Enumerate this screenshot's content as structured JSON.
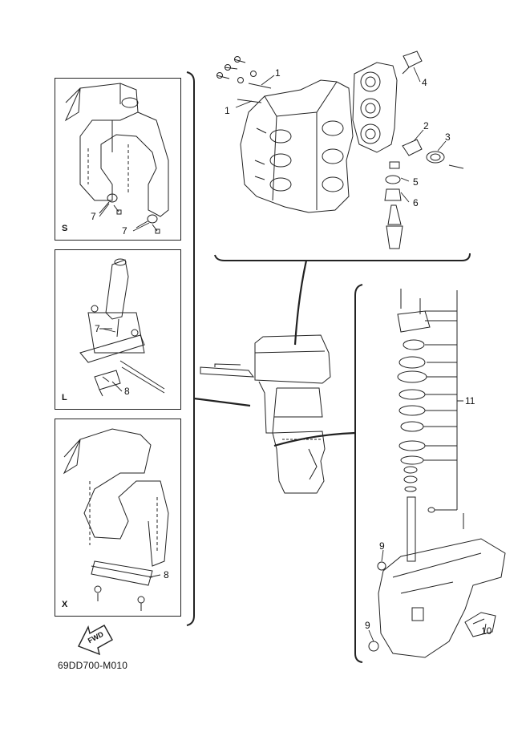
{
  "panels": {
    "s": {
      "label": "S",
      "callouts": [
        "7",
        "7"
      ]
    },
    "l": {
      "label": "L",
      "callouts": [
        "7",
        "8"
      ]
    },
    "x": {
      "label": "X",
      "callouts": [
        "8"
      ]
    }
  },
  "top_callouts": [
    "1",
    "1",
    "2",
    "3",
    "4",
    "5",
    "6"
  ],
  "bottom_callouts": [
    "11",
    "9",
    "9",
    "10"
  ],
  "fwd_label": "FWD",
  "diagram_code": "69DD700-M010"
}
